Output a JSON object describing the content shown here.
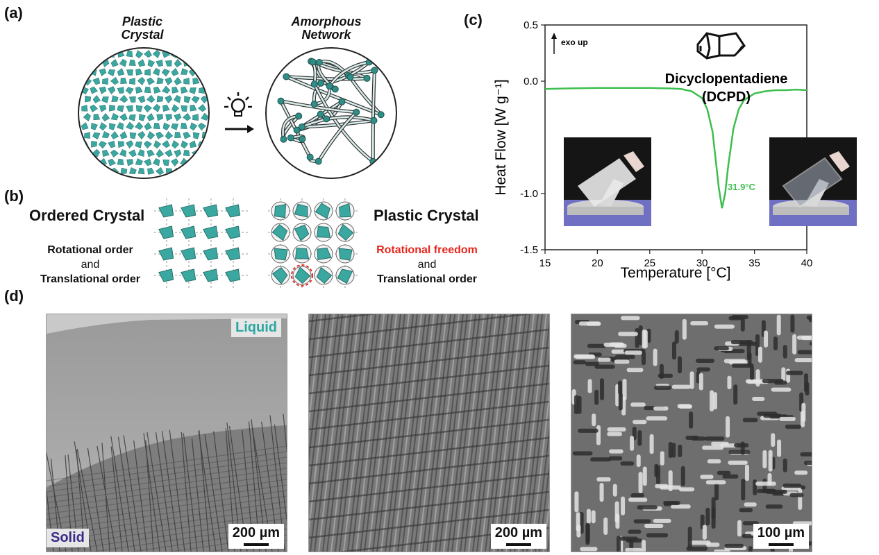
{
  "panels": {
    "a": {
      "label": "(a)",
      "left_title_1": "Plastic",
      "left_title_2": "Crystal",
      "right_title_1": "Amorphous",
      "right_title_2": "Network"
    },
    "b": {
      "label": "(b)",
      "ordered_title": "Ordered Crystal",
      "ordered_line1": "Rotational order",
      "ordered_line2": "and",
      "ordered_line3": "Translational order",
      "plastic_title": "Plastic Crystal",
      "plastic_line1": "Rotational freedom",
      "plastic_line2": "and",
      "plastic_line3": "Translational order"
    },
    "c": {
      "label": "(c)",
      "annotation": "exo up",
      "compound_name": "Dicyclopentadiene",
      "compound_abbr": "(DCPD)",
      "peak_label": "31.9°C"
    },
    "d": {
      "label": "(d)",
      "liquid_label": "Liquid",
      "solid_label": "Solid",
      "scale_1": "200 µm",
      "scale_2": "200 µm",
      "scale_3": "100 µm"
    }
  },
  "colors": {
    "teal": "#3aa8a0",
    "curve_green": "#3cbf4e",
    "red_text": "#e8261c",
    "liquid_tag": "#2aa7a1",
    "solid_tag": "#3b2a88"
  },
  "chart_data": {
    "type": "line",
    "title": "",
    "xlabel": "Temperature [°C]",
    "ylabel": "Heat Flow [W g⁻¹]",
    "xlim": [
      15,
      40
    ],
    "ylim": [
      -1.5,
      0.5
    ],
    "xticks": [
      15,
      20,
      25,
      30,
      35,
      40
    ],
    "yticks": [
      0.5,
      0.0,
      -1.0,
      -1.5
    ],
    "ytick_labels": [
      "0.5",
      "0.0",
      "-1.0",
      "-1.5"
    ],
    "series": [
      {
        "x": [
          15,
          17,
          20,
          23,
          25,
          27,
          28,
          29,
          30,
          30.5,
          31,
          31.3,
          31.6,
          31.9,
          32.2,
          32.5,
          33,
          33.5,
          34,
          35,
          36,
          37,
          38,
          39,
          40
        ],
        "y": [
          -0.07,
          -0.065,
          -0.06,
          -0.06,
          -0.06,
          -0.065,
          -0.07,
          -0.09,
          -0.15,
          -0.25,
          -0.45,
          -0.7,
          -0.95,
          -1.13,
          -1.0,
          -0.75,
          -0.42,
          -0.25,
          -0.17,
          -0.11,
          -0.09,
          -0.08,
          -0.08,
          -0.075,
          -0.08
        ],
        "color": "#3cbf4e"
      }
    ],
    "grid": false
  }
}
